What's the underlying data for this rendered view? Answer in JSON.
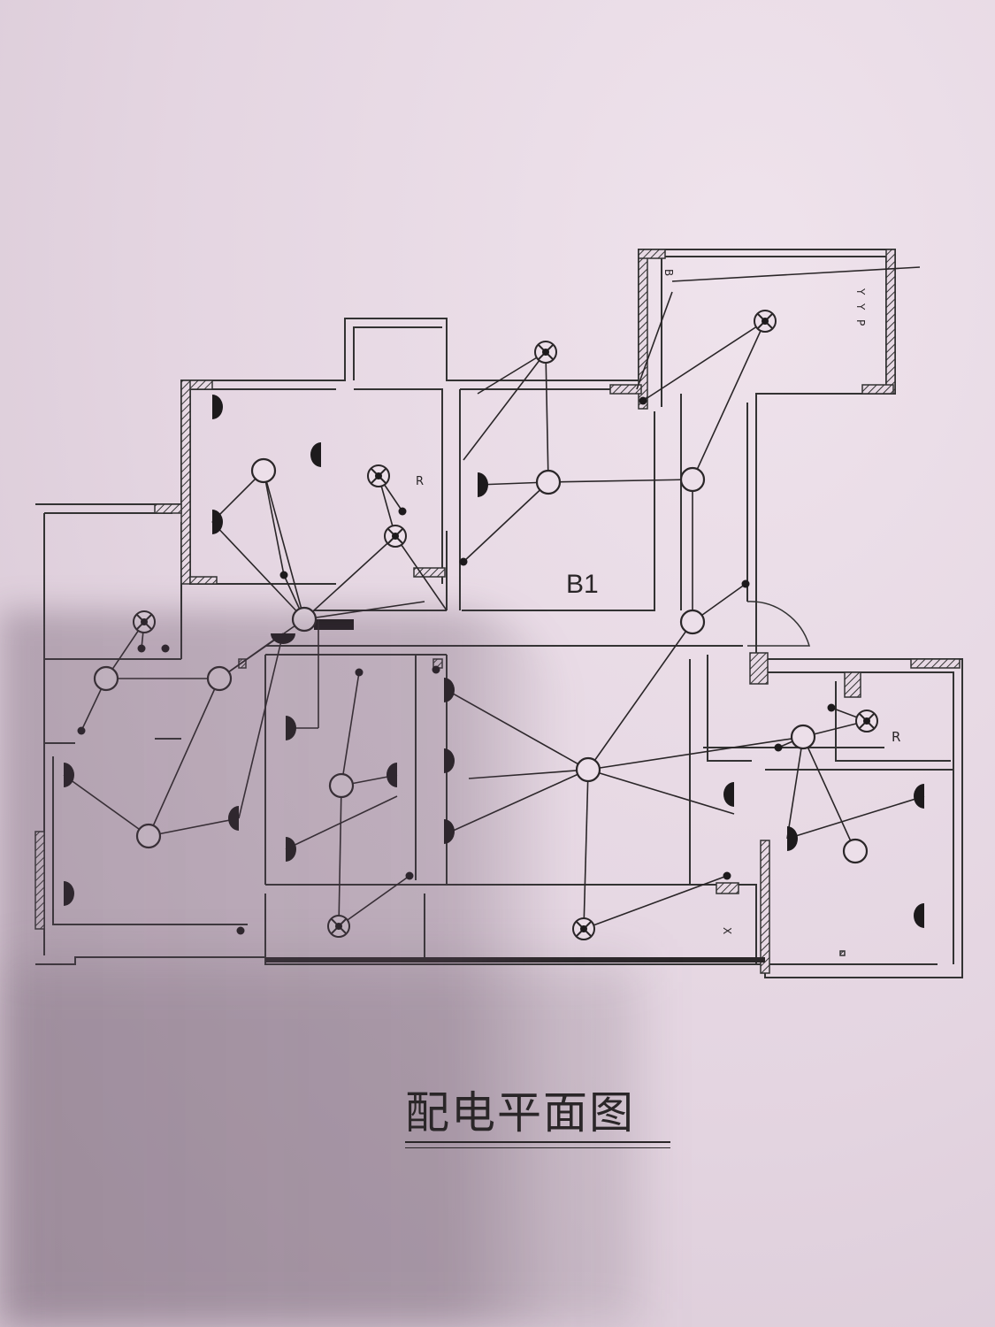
{
  "title": "配电平面图",
  "room_label": "B1",
  "socket_labels": {
    "r1": "R",
    "r2": "R",
    "b": "B",
    "y1": "Y",
    "y2": "Y",
    "p": "P",
    "x": "X"
  },
  "colors": {
    "paper": "#e7d9e4",
    "ink": "#2a2628"
  }
}
